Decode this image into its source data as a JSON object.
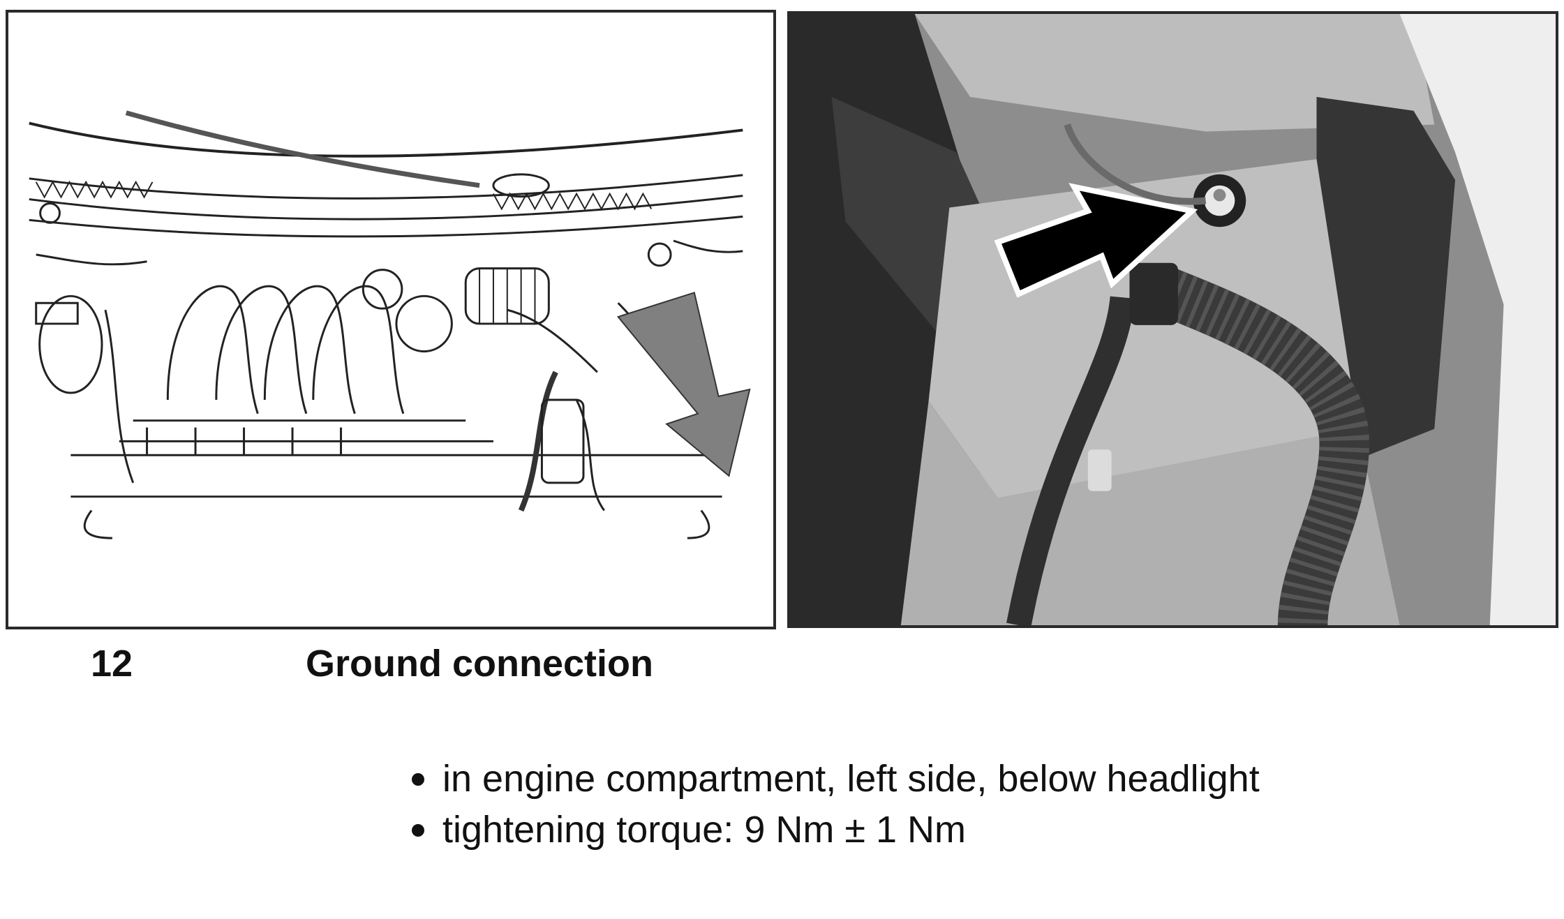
{
  "caption": {
    "number": "12",
    "title": "Ground connection"
  },
  "notes": [
    "in engine compartment, left side, below headlight",
    "tightening torque: 9 Nm ± 1 Nm"
  ],
  "figures": [
    {
      "kind": "line-drawing",
      "subject": "engine compartment",
      "arrow_color": "#808080"
    },
    {
      "kind": "photo",
      "subject": "ground connection bolt",
      "arrow_color": "#000000"
    }
  ]
}
